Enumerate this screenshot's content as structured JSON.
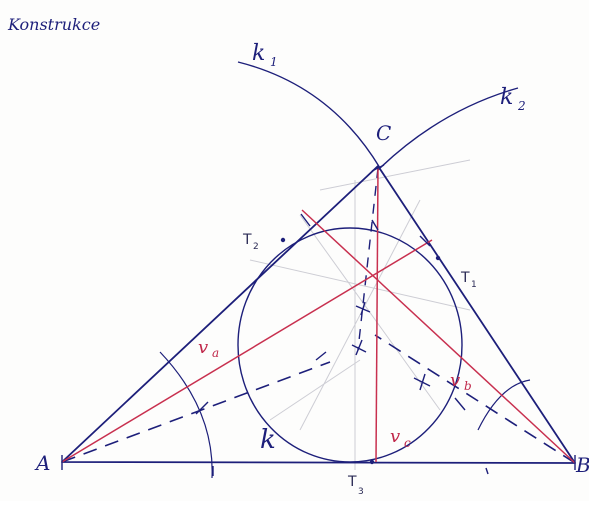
{
  "header": {
    "title": "Konstrukce"
  },
  "labels": {
    "arc_k1": "k",
    "arc_k1_sub": "1",
    "arc_k2": "k",
    "arc_k2_sub": "2",
    "circle_k": "k",
    "vertex_A": "A",
    "vertex_B": "B",
    "vertex_C": "C",
    "tangent_T1": "T",
    "tangent_T1_sub": "1",
    "tangent_T2": "T",
    "tangent_T2_sub": "2",
    "tangent_T3": "T",
    "tangent_T3_sub": "3",
    "median_a": "v",
    "median_a_sub": "a",
    "median_b": "v",
    "median_b_sub": "b",
    "median_c": "v",
    "median_c_sub": "c"
  },
  "colors": {
    "ink": "#1d1f7a",
    "red": "#c8304f",
    "pencil": "#9a9aa8",
    "paper": "#fdfdfc"
  }
}
